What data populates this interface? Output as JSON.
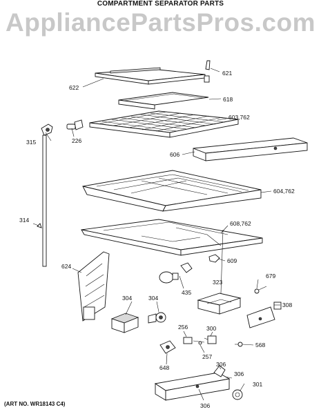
{
  "header": {
    "title": "COMPARTMENT SEPARATOR PARTS",
    "watermark": "AppliancePartsPros.com"
  },
  "footer": {
    "art_number": "(ART NO. WR18143 C4)"
  },
  "callouts": [
    {
      "id": "c621",
      "label": "621"
    },
    {
      "id": "c622",
      "label": "622"
    },
    {
      "id": "c618",
      "label": "618"
    },
    {
      "id": "c603",
      "label": "603,762"
    },
    {
      "id": "c315",
      "label": "315"
    },
    {
      "id": "c226",
      "label": "226"
    },
    {
      "id": "c606",
      "label": "606"
    },
    {
      "id": "c604",
      "label": "604,762"
    },
    {
      "id": "c314",
      "label": "314"
    },
    {
      "id": "c608",
      "label": "608,762"
    },
    {
      "id": "c609",
      "label": "609"
    },
    {
      "id": "c624",
      "label": "624"
    },
    {
      "id": "c679",
      "label": "679"
    },
    {
      "id": "c435",
      "label": "435"
    },
    {
      "id": "c323",
      "label": "323"
    },
    {
      "id": "c304a",
      "label": "304"
    },
    {
      "id": "c304b",
      "label": "304"
    },
    {
      "id": "c308",
      "label": "308"
    },
    {
      "id": "c256",
      "label": "256"
    },
    {
      "id": "c300",
      "label": "300"
    },
    {
      "id": "c568",
      "label": "568"
    },
    {
      "id": "c257",
      "label": "257"
    },
    {
      "id": "c648",
      "label": "648"
    },
    {
      "id": "c306a",
      "label": "306"
    },
    {
      "id": "c306b",
      "label": "306"
    },
    {
      "id": "c301",
      "label": "301"
    },
    {
      "id": "c306c",
      "label": "306"
    }
  ]
}
